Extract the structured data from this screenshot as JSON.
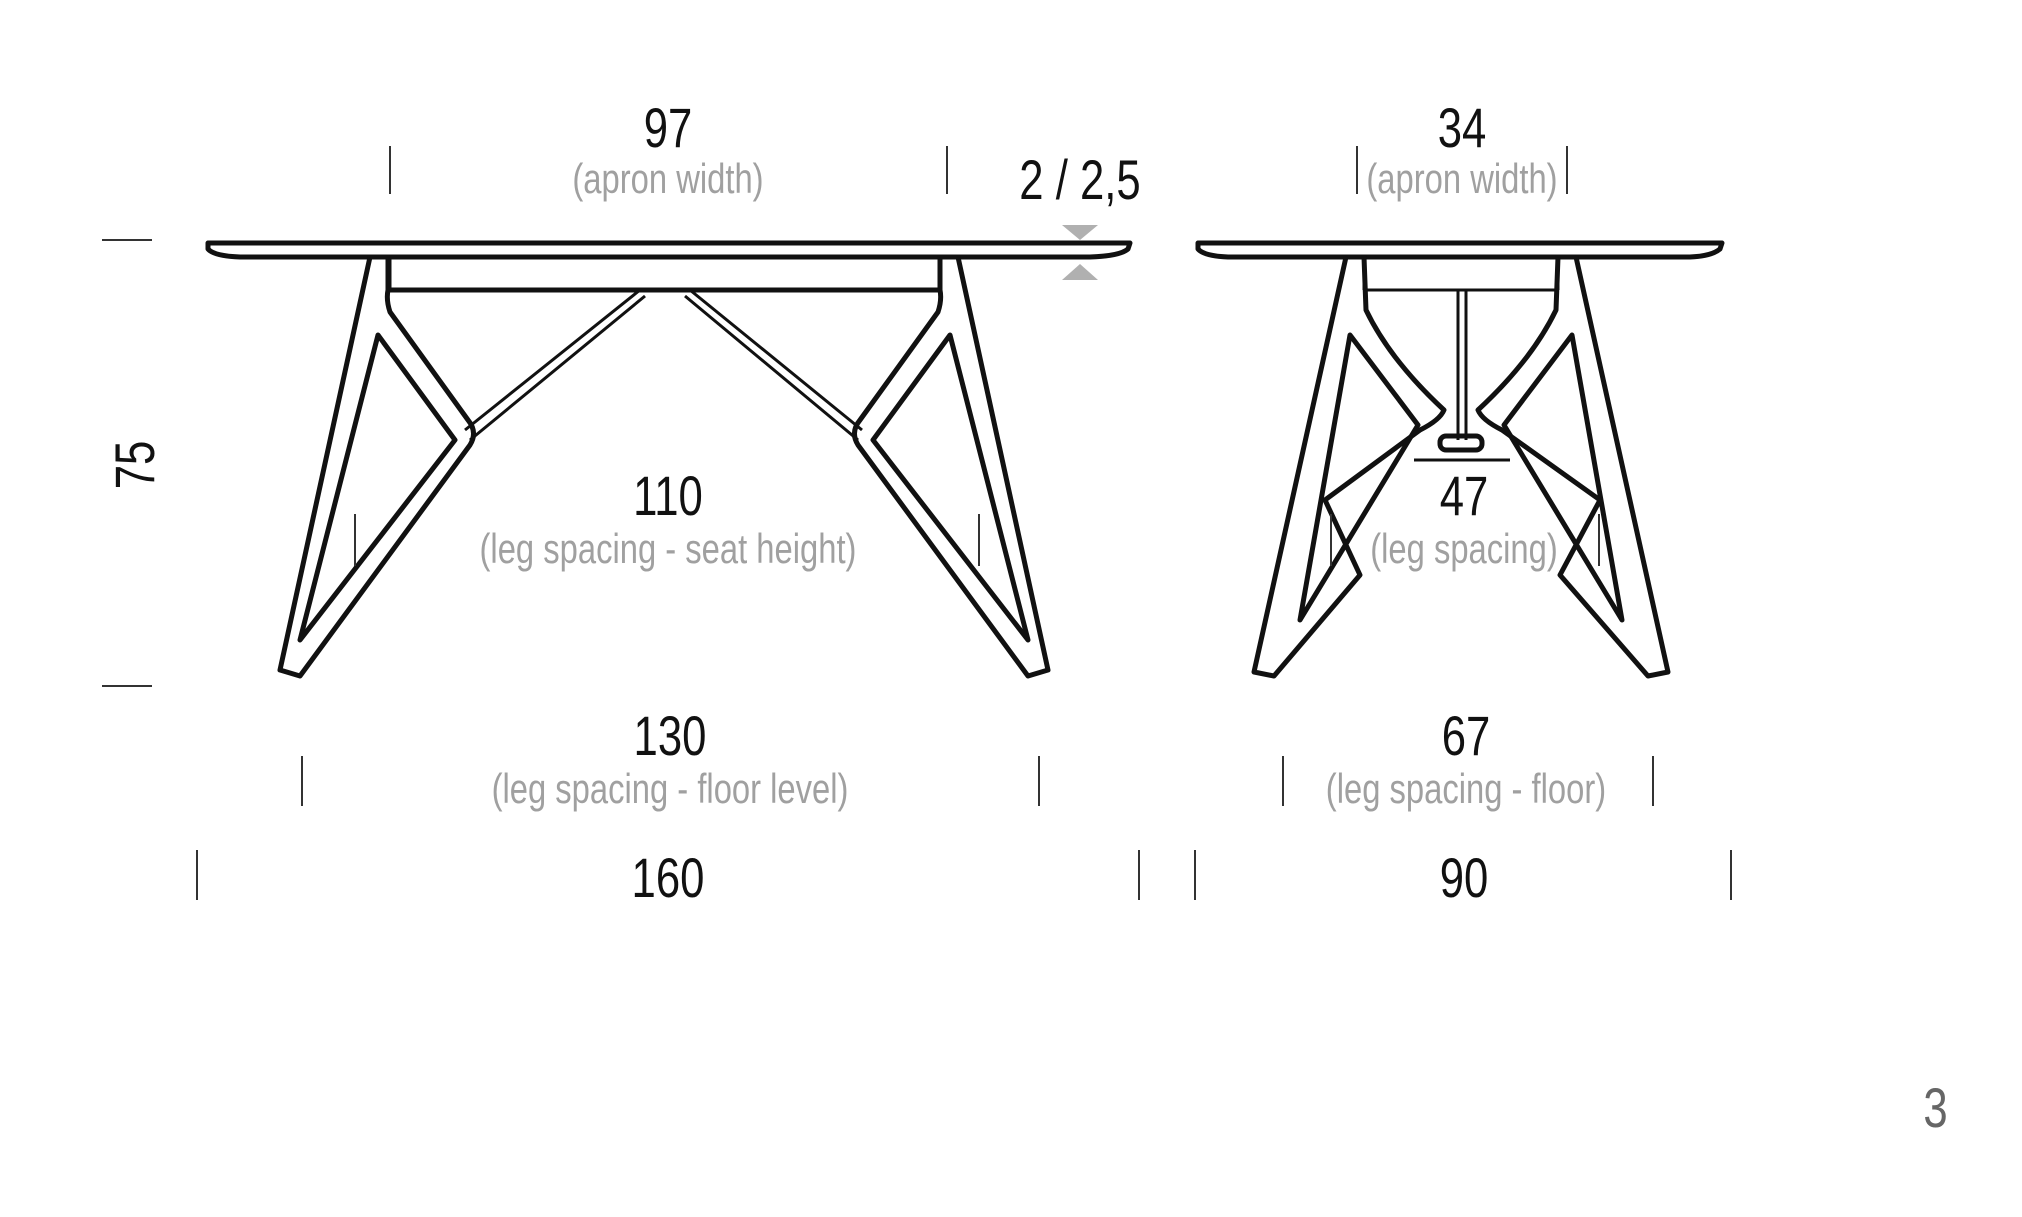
{
  "front": {
    "apron_width": {
      "value": "97",
      "label": "(apron width)"
    },
    "top_thickness": "2 / 2,5",
    "height": "75",
    "leg_spacing_seat": {
      "value": "110",
      "label": "(leg spacing - seat height)"
    },
    "leg_spacing_floor": {
      "value": "130",
      "label": "(leg spacing - floor level)"
    },
    "length": "160"
  },
  "side": {
    "apron_width": {
      "value": "34",
      "label": "(apron width)"
    },
    "leg_spacing": {
      "value": "47",
      "label": "(leg spacing)"
    },
    "leg_spacing_floor": {
      "value": "67",
      "label": "(leg spacing - floor)"
    },
    "width": "90"
  },
  "page_number": "3",
  "colors": {
    "line": "#111111",
    "label_gray": "#a0a0a0",
    "arrow_gray": "#b0b0b0"
  }
}
